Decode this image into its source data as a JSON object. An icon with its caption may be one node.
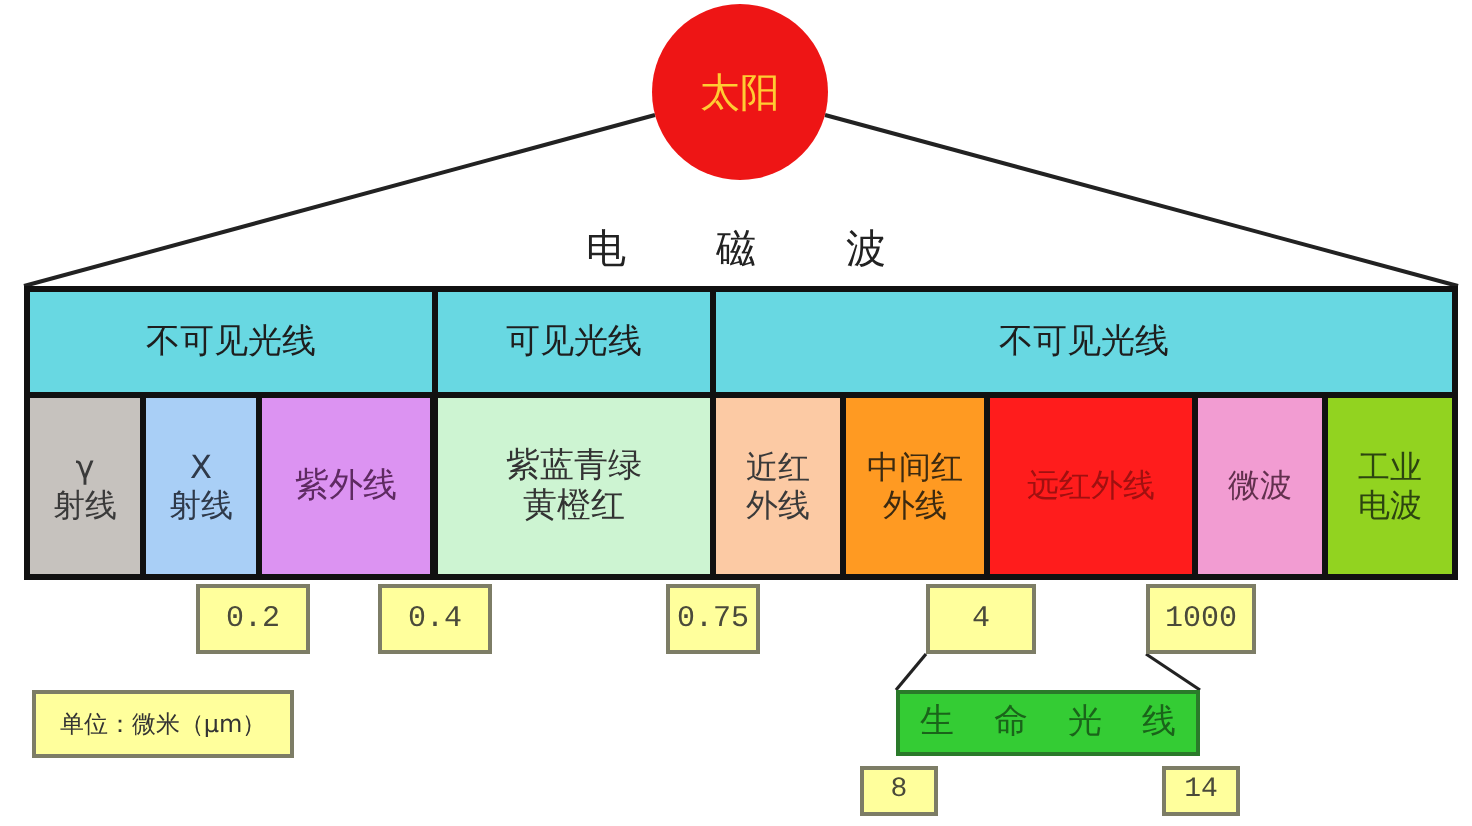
{
  "diagram": {
    "nodes": [
      {
        "text": [
          "太阳"
        ]
      },
      {
        "text": [
          "电磁波"
        ]
      },
      {
        "text": [
          "不可见光线"
        ],
        "in": 1
      },
      {
        "text": [
          "可见光线"
        ],
        "in": 1
      },
      {
        "text": [
          "不可见光线"
        ],
        "in": 1
      },
      {
        "text": [
          "γ 射线"
        ],
        "in": 1
      },
      {
        "text": [
          "X 射线"
        ],
        "in": 1
      },
      {
        "text": [
          "紫外线"
        ],
        "in": 1
      },
      {
        "text": [
          "紫蓝青绿黄橙红"
        ],
        "in": 1
      },
      {
        "text": [
          "近红外线"
        ],
        "in": 1
      },
      {
        "text": [
          "中间红外线"
        ],
        "in": 1
      },
      {
        "text": [
          "远红外线"
        ],
        "in": 1
      },
      {
        "text": [
          "微波"
        ],
        "in": 1
      },
      {
        "text": [
          "工业电波"
        ],
        "in": 1
      },
      {
        "text": [
          "0.2"
        ]
      },
      {
        "text": [
          "0.4"
        ]
      },
      {
        "text": [
          "0.75"
        ]
      },
      {
        "text": [
          "4"
        ]
      },
      {
        "text": [
          "1000"
        ]
      },
      {
        "text": [
          "单位：微米（μm）"
        ]
      },
      {
        "text": [
          "生命光线"
        ]
      },
      {
        "text": [
          "8"
        ]
      },
      {
        "text": [
          "14"
        ]
      }
    ],
    "edges": [
      {
        "from": 0,
        "to": 1,
        "arrow": "none"
      },
      {
        "from": 0,
        "to": 1,
        "arrow": "none"
      },
      {
        "from": 17,
        "to": 20,
        "arrow": "none"
      },
      {
        "from": 18,
        "to": 20,
        "arrow": "none"
      }
    ]
  }
}
